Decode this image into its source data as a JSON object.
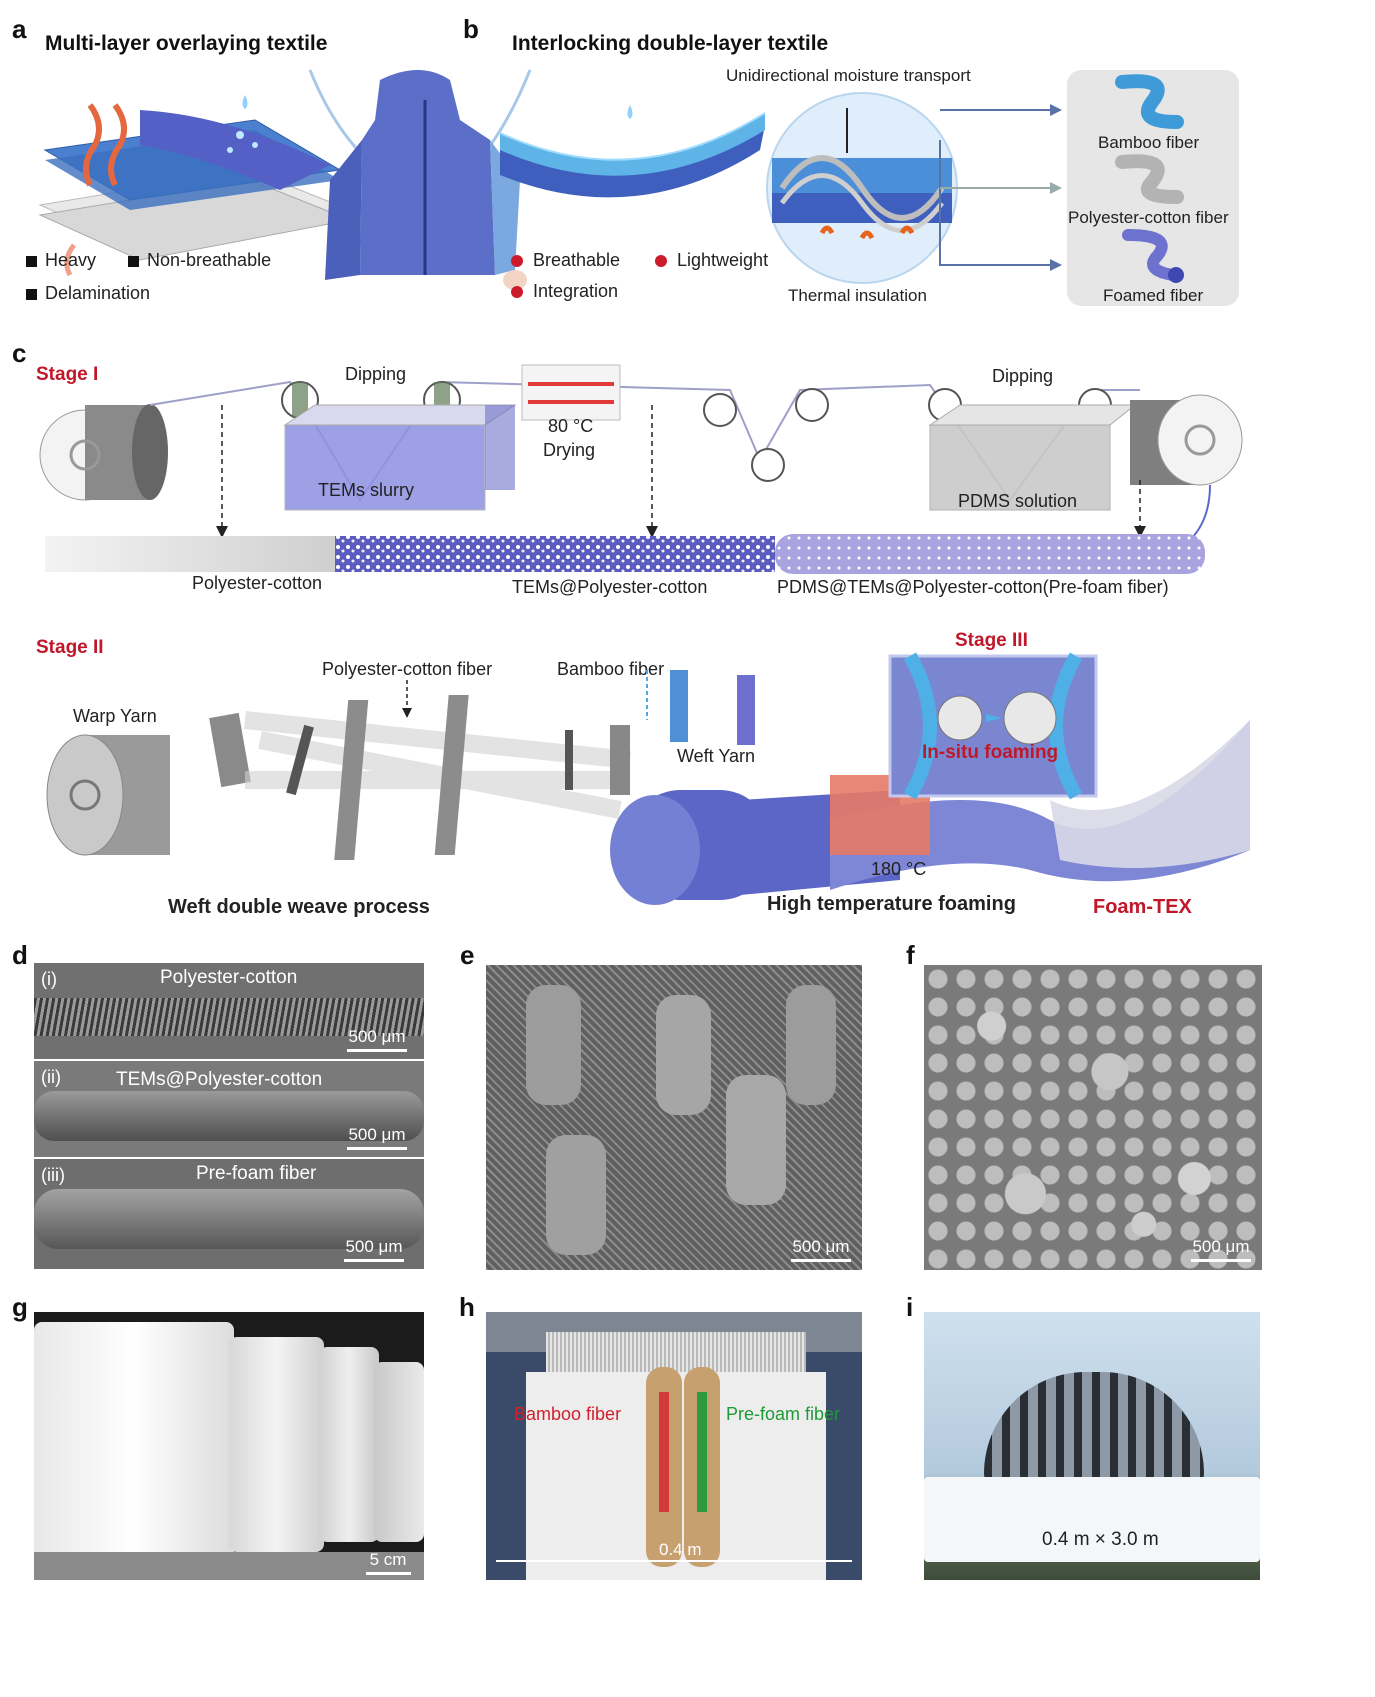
{
  "panels": {
    "a": {
      "letter": "a",
      "title": "Multi-layer overlaying textile",
      "bullets": [
        "Heavy",
        "Non-breathable",
        "Delamination"
      ]
    },
    "b": {
      "letter": "b",
      "title": "Interlocking double-layer textile",
      "bullets": [
        "Breathable",
        "Lightweight",
        "Integration"
      ],
      "moisture": "Unidirectional moisture transport",
      "insulation": "Thermal insulation",
      "fibers": [
        "Bamboo fiber",
        "Polyester-cotton fiber",
        "Foamed fiber"
      ]
    },
    "c": {
      "letter": "c",
      "stage1": "Stage I",
      "stage2": "Stage II",
      "stage3": "Stage III",
      "dipping1": "Dipping",
      "dipping2": "Dipping",
      "temp1": "80 °C",
      "drying": "Drying",
      "slurry": "TEMs slurry",
      "pdms": "PDMS solution",
      "fiber1": "Polyester-cotton",
      "fiber2": "TEMs@Polyester-cotton",
      "fiber3": "PDMS@TEMs@Polyester-cotton(Pre-foam fiber)",
      "warp": "Warp Yarn",
      "pcfiber": "Polyester-cotton fiber",
      "bamboo": "Bamboo fiber",
      "weft": "Weft Yarn",
      "insitu": "In-situ foaming",
      "temp2": "180 °C",
      "weave": "Weft double weave process",
      "foaming": "High temperature foaming",
      "foamtex": "Foam-TEX"
    },
    "d": {
      "letter": "d",
      "rows": [
        {
          "idx": "(i)",
          "label": "Polyester-cotton",
          "scale": "500 μm"
        },
        {
          "idx": "(ii)",
          "label": "TEMs@Polyester-cotton",
          "scale": "500 μm"
        },
        {
          "idx": "(iii)",
          "label": "Pre-foam fiber",
          "scale": "500 μm"
        }
      ]
    },
    "e": {
      "letter": "e",
      "scale": "500 μm"
    },
    "f": {
      "letter": "f",
      "scale": "500 μm"
    },
    "g": {
      "letter": "g",
      "scale": "5 cm"
    },
    "h": {
      "letter": "h",
      "left": "Bamboo fiber",
      "right": "Pre-foam fiber",
      "width": "0.4 m"
    },
    "i": {
      "letter": "i",
      "size": "0.4 m × 3.0 m"
    }
  },
  "colors": {
    "accent_red": "#c0182a",
    "blue": "#4f8fd6",
    "purple": "#6f6fcf",
    "pink": "#e57a66"
  }
}
